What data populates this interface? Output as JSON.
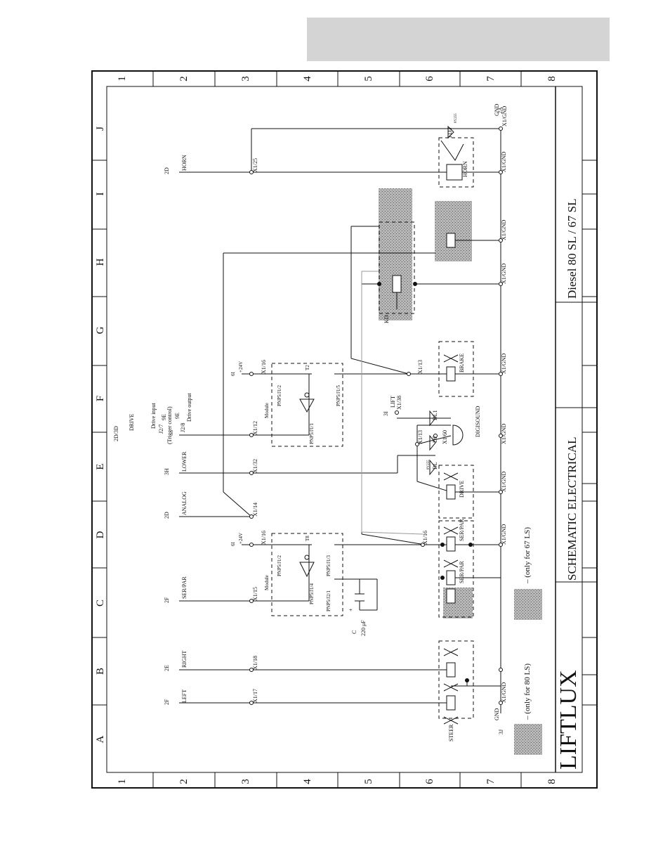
{
  "grid": {
    "numbers": [
      "1",
      "2",
      "3",
      "4",
      "5",
      "6",
      "7",
      "8"
    ],
    "letters": [
      "A",
      "B",
      "C",
      "D",
      "E",
      "F",
      "G",
      "H",
      "I",
      "J"
    ]
  },
  "title_block": {
    "brand": "LIFTLUX",
    "title": "SCHEMATIC ELECTRICAL",
    "model": "Diesel 80 SL / 67 SL"
  },
  "legend": {
    "only_80": "– (only for 80 LS)",
    "only_67": "– (only for 67 LS)"
  },
  "signals": {
    "left": "LEFT",
    "right": "RIGHT",
    "serpar": "SER/PAR",
    "analog": "ANALOG",
    "lower": "LOWER",
    "drive": "DRIVE",
    "horn": "HORN",
    "ref_2f_left": "2F",
    "ref_2e": "2E",
    "ref_2f_serpar": "2F",
    "ref_2d_analog": "2D",
    "ref_3h": "3H",
    "ref_2d3d": "2D/3D",
    "ref_2d_horn": "2D",
    "drive_input": "Drive input",
    "drive_input_ref": "J2/7",
    "drive_input_ref2": "9E",
    "trigger": "(Trigger control)",
    "drive_output": "Drive output",
    "drive_output_ref": "J2/8",
    "drive_output_ref2": "9E"
  },
  "connectors": {
    "x1_17": "X1/17",
    "x1_18": "X1/18",
    "x1_15": "X1/15",
    "x1_14": "X1/14",
    "x1_32": "X1/32",
    "x1_12": "X1/12",
    "x1_25": "X1/25",
    "x1_16a": "X1/16",
    "x1_16b": "X1/16",
    "x1_16c": "X1/16",
    "x1_13a": "X1/13",
    "x1_13b": "X1/13",
    "x1_60": "X1/60",
    "x1_38": "X1/38",
    "x1_gnd": "X1/GND"
  },
  "modules": {
    "c_label": "Module",
    "c_in": "PNP5/J1/4",
    "c_out": "PNP5/J1/2",
    "c_j2": "PNP5/J2/1",
    "c_j13": "PNP5/J1/3",
    "c_tr": "T8",
    "f_label": "Module",
    "f_in": "PNP5/J1/1",
    "f_out": "PNP5/J1/2",
    "f_j15": "PNP5/J1/5",
    "f_tr": "T2",
    "supply": "+24V",
    "supply_ref": "6I"
  },
  "capacitor": {
    "name": "C",
    "value": "220 μF",
    "plus": "+"
  },
  "components": {
    "steer": "STEER",
    "ser_par": "SER/PAR",
    "drive": "DRIVE",
    "brake": "BRAKE",
    "digisound": "DIGISOUND",
    "dl": "DL",
    "df": "DF",
    "dl1": "DL1",
    "lift": "LIFT",
    "lift_ref": "3I",
    "horn": "HORN",
    "fd3": "FD3",
    "diode_type": "8Y255",
    "kd": "KD",
    "gnd": "GND",
    "gnd_ref": "3J",
    "fuse": "2A"
  }
}
